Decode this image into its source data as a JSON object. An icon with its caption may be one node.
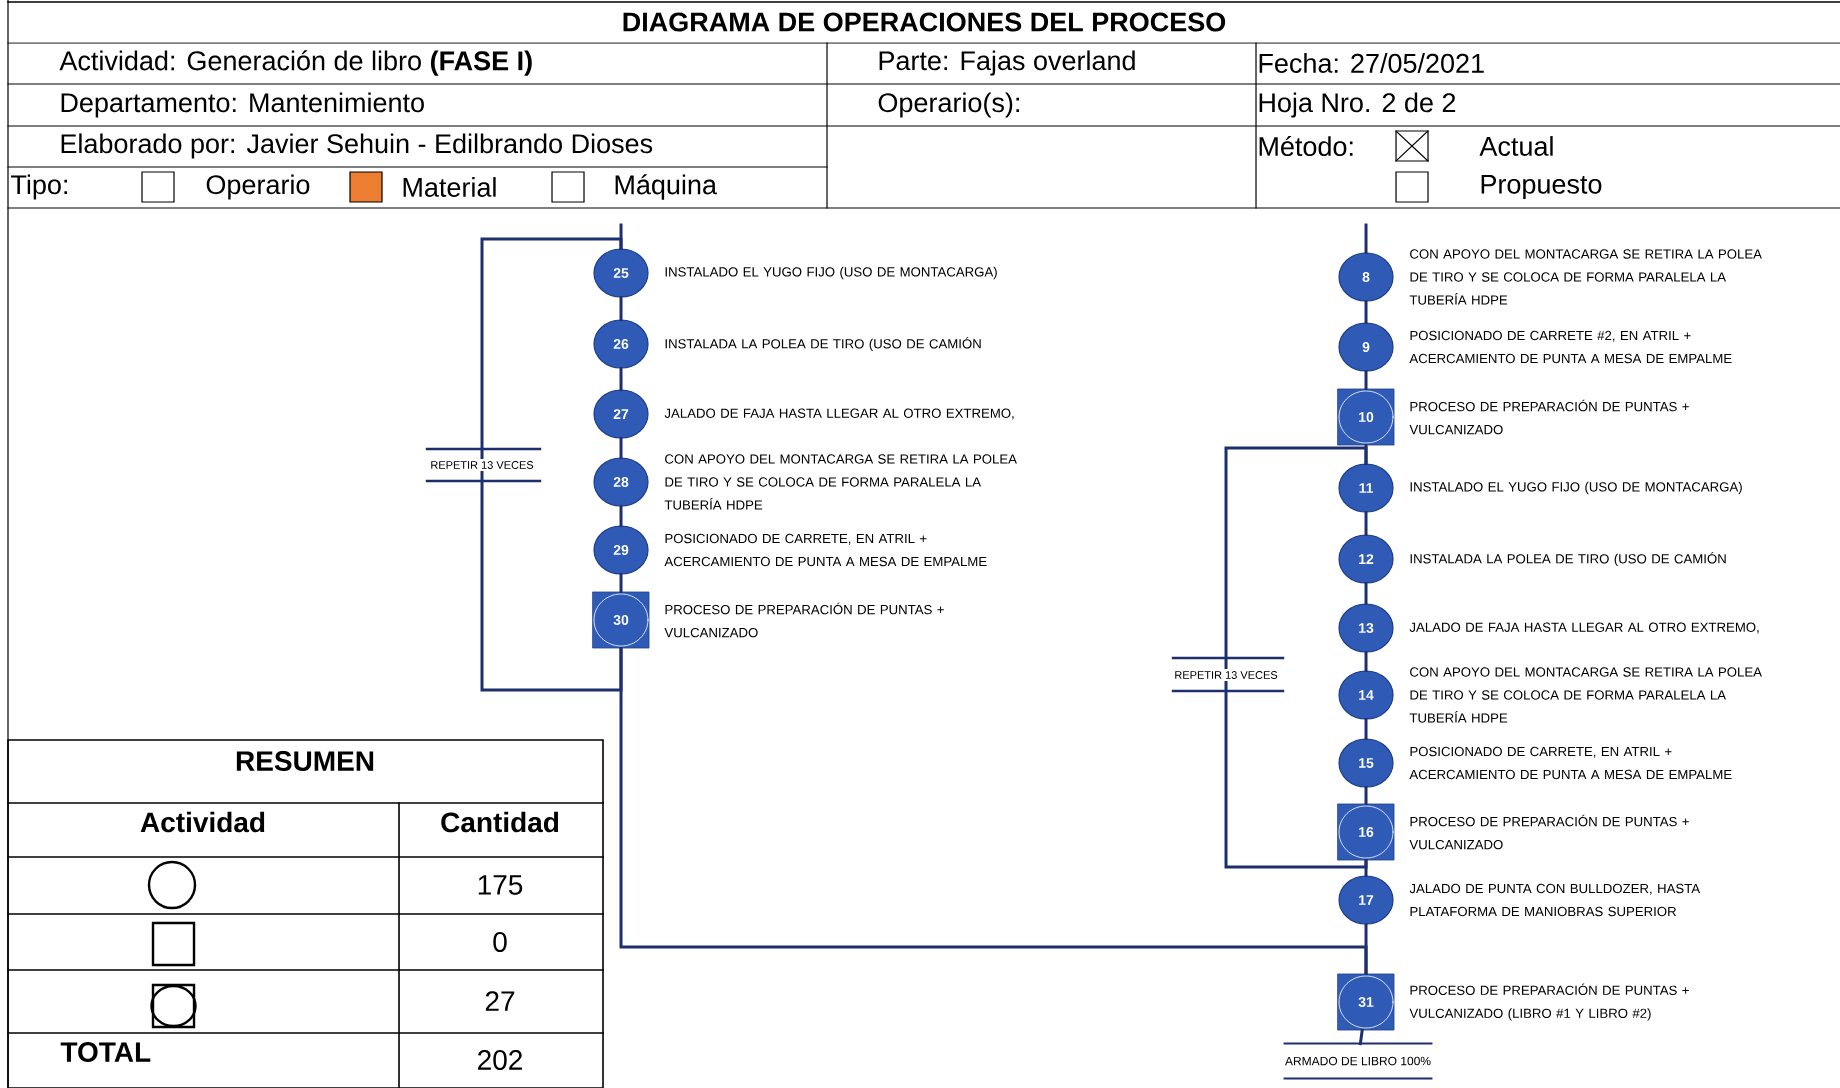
{
  "diagram": {
    "title": "DIAGRAMA DE OPERACIONES DEL PROCESO",
    "nodes": [
      {
        "text": [
          "25"
        ],
        "beside": [
          "INSTALADO EL YUGO FIJO (USO DE MONTACARGA)"
        ]
      },
      {
        "text": [
          "26"
        ],
        "beside": [
          "INSTALADA LA POLEA DE TIRO (USO DE CAMIÓN"
        ]
      },
      {
        "text": [
          "27"
        ],
        "beside": [
          "JALADO DE FAJA HASTA LLEGAR AL OTRO EXTREMO,"
        ]
      },
      {
        "text": [
          "28"
        ],
        "beside": [
          "CON APOYO DEL MONTACARGA SE RETIRA LA POLEA DE TIRO Y SE COLOCA DE FORMA PARALELA LA TUBERÍA HDPE"
        ]
      },
      {
        "text": [
          "29"
        ],
        "beside": [
          "POSICIONADO DE CARRETE, EN ATRIL + ACERCAMIENTO DE PUNTA A MESA DE EMPALME"
        ]
      },
      {
        "text": [
          "30"
        ],
        "beside": [
          "PROCESO DE PREPARACIÓN DE PUNTAS + VULCANIZADO"
        ]
      },
      {
        "text": [
          "8"
        ],
        "beside": [
          "CON APOYO DEL MONTACARGA SE RETIRA LA POLEA DE TIRO Y SE COLOCA DE FORMA PARALELA LA TUBERÍA HDPE"
        ]
      },
      {
        "text": [
          "9"
        ],
        "beside": [
          "POSICIONADO DE CARRETE #2, EN ATRIL + ACERCAMIENTO DE PUNTA A MESA DE EMPALME"
        ]
      },
      {
        "text": [
          "10"
        ],
        "beside": [
          "PROCESO DE PREPARACIÓN DE PUNTAS + VULCANIZADO"
        ]
      },
      {
        "text": [
          "11"
        ],
        "beside": [
          "INSTALADO EL YUGO FIJO (USO DE MONTACARGA)"
        ]
      },
      {
        "text": [
          "12"
        ],
        "beside": [
          "INSTALADA LA POLEA DE TIRO (USO DE CAMIÓN"
        ]
      },
      {
        "text": [
          "13"
        ],
        "beside": [
          "JALADO DE FAJA HASTA LLEGAR AL OTRO EXTREMO,"
        ]
      },
      {
        "text": [
          "14"
        ],
        "beside": [
          "CON APOYO DEL MONTACARGA SE RETIRA LA POLEA DE TIRO Y SE COLOCA DE FORMA PARALELA LA TUBERÍA HDPE"
        ]
      },
      {
        "text": [
          "15"
        ],
        "beside": [
          "POSICIONADO DE CARRETE, EN ATRIL + ACERCAMIENTO DE PUNTA A MESA DE EMPALME"
        ]
      },
      {
        "text": [
          "16"
        ],
        "beside": [
          "PROCESO DE PREPARACIÓN DE PUNTAS + VULCANIZADO"
        ]
      },
      {
        "text": [
          "17"
        ],
        "beside": [
          "JALADO DE PUNTA CON BULLDOZER, HASTA PLATAFORMA DE MANIOBRAS SUPERIOR"
        ]
      },
      {
        "text": [
          "31"
        ],
        "beside": [
          "PROCESO DE PREPARACIÓN DE PUNTAS + VULCANIZADO (LIBRO #1 Y LIBRO #2)"
        ]
      },
      {
        "text": [
          "ARMADO DE LIBRO 100%"
        ]
      }
    ],
    "edges": [
      {
        "from": null,
        "to": 0,
        "arrow": "none"
      },
      {
        "from": 0,
        "to": 1,
        "arrow": "none"
      },
      {
        "from": 1,
        "to": 2,
        "arrow": "none"
      },
      {
        "from": 2,
        "to": 3,
        "arrow": "none"
      },
      {
        "from": 3,
        "to": 4,
        "arrow": "none"
      },
      {
        "from": 4,
        "to": 5,
        "arrow": "none"
      },
      {
        "from": 5,
        "to": 0,
        "arrow": "none",
        "label": "REPETIR 13 VECES"
      },
      {
        "from": 5,
        "to": 16,
        "arrow": "none"
      },
      {
        "from": null,
        "to": 6,
        "arrow": "none"
      },
      {
        "from": 6,
        "to": 7,
        "arrow": "none"
      },
      {
        "from": 7,
        "to": 8,
        "arrow": "none"
      },
      {
        "from": 8,
        "to": 9,
        "arrow": "none"
      },
      {
        "from": 9,
        "to": 10,
        "arrow": "none"
      },
      {
        "from": 10,
        "to": 11,
        "arrow": "none"
      },
      {
        "from": 11,
        "to": 12,
        "arrow": "none"
      },
      {
        "from": 12,
        "to": 13,
        "arrow": "none"
      },
      {
        "from": 13,
        "to": 14,
        "arrow": "none"
      },
      {
        "from": 14,
        "to": 15,
        "arrow": "none"
      },
      {
        "from": 14,
        "to": 9,
        "arrow": "none",
        "label": "REPETIR 13 VECES"
      },
      {
        "from": 15,
        "to": 16,
        "arrow": "none"
      },
      {
        "from": 16,
        "to": 17,
        "arrow": "none"
      }
    ],
    "labels": [
      "Actividad: Generación de libro **(FASE I)**",
      "Parte: Fajas overland",
      "Fecha: 27/05/2021",
      "Departamento: Mantenimiento",
      "Operario(s):",
      "Hoja Nro. 2 de 2",
      "Elaborado por: Javier Sehuin - Edilbrando Dioses",
      "Método:",
      "Actual",
      "Tipo:",
      "Propuesto",
      "RESUMEN",
      "Actividad",
      "Cantidad",
      "175",
      "0",
      "27",
      "TOTAL",
      "202"
    ],
    "legend": [
      {
        "text": "Operario"
      },
      {
        "text": "Material",
        "color": "#ed7d31"
      },
      {
        "text": "Máquina"
      }
    ]
  }
}
